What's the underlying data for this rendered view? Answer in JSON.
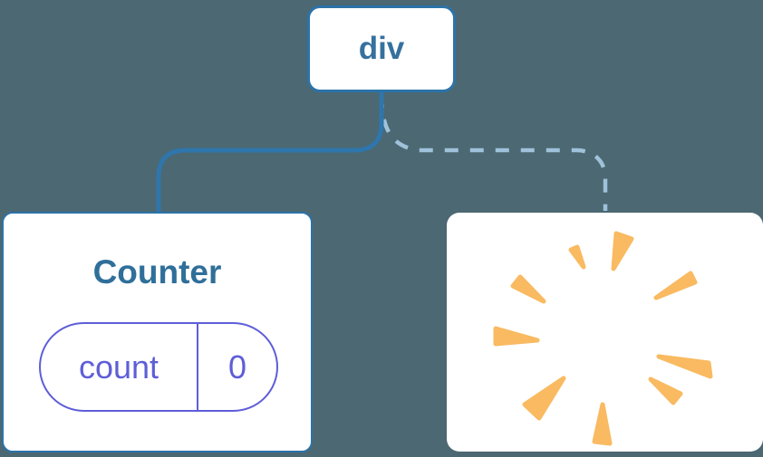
{
  "diagram": {
    "description": "Component tree: root div node keeps Counter child (solid link) while another child is destroyed (dashed link to poof)",
    "root": {
      "label": "div"
    },
    "counter": {
      "title": "Counter",
      "state": {
        "key": "count",
        "value": "0"
      }
    },
    "destroyed": {
      "icon": "poof-icon"
    }
  },
  "connectors": {
    "left": {
      "style": "solid",
      "color": "#2E76AC"
    },
    "right": {
      "style": "dashed",
      "color": "#9FC2DA"
    }
  },
  "colors": {
    "background": "#4C6872",
    "card_background": "#FFFFFF",
    "node_border": "#2C73A9",
    "node_text": "#36719E",
    "counter_title": "#2F6F9A",
    "state_pill": "#5E5ED8",
    "poof": "#F9BA61"
  }
}
